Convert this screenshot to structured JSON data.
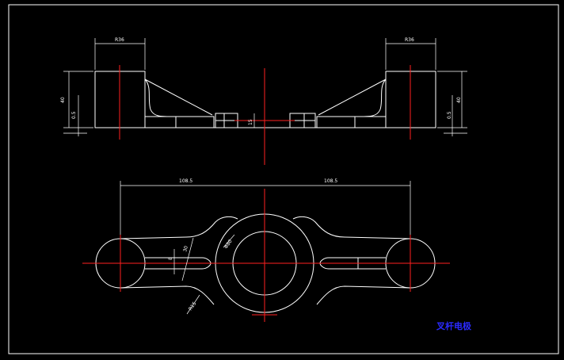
{
  "drawing": {
    "title": "叉杆电极",
    "colors": {
      "background": "#000000",
      "lines": "#ffffff",
      "centerlines": "#ff2020",
      "title": "#2a2aff"
    },
    "dimensions": {
      "top_left_width": "R36",
      "top_right_width": "R36",
      "left_height": "40",
      "left_offset": "0.5",
      "right_height": "40",
      "right_offset": "0.5",
      "center_height": "15",
      "left_span": "108.5",
      "right_span": "108.5",
      "boss_diameter": "Φ80",
      "arm_width": "30",
      "slot_width": "8",
      "fillet": "R15"
    }
  }
}
